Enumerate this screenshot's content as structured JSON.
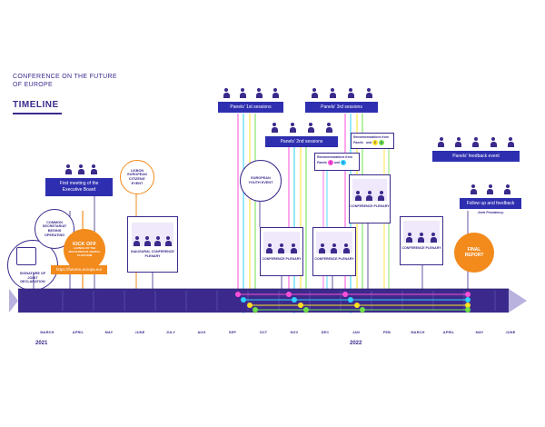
{
  "header": {
    "title": "CONFERENCE ON THE FUTURE OF EUROPE",
    "subtitle": "TIMELINE"
  },
  "events": {
    "signature": "SIGNATURE OF JOINT DECLARATION",
    "secretariat": "COMMON SECRETARIAT BEGINS OPERATING",
    "kickoff_title": "KICK OFF",
    "kickoff_text": "LAUNCH OF THE MULTILINGUAL DIGITAL PLATFORM",
    "platform_url": "https://futureu.europa.eu/",
    "exec_board": "First meeting of the Executive Board",
    "inaugural": "INAUGURAL CONFERENCE PLENARY",
    "lisbon": "LISBON EUROPEAN CITIZENS' EVENT",
    "youth": "EUROPEAN YOUTH EVENT",
    "panels_1": "Panels' 1st sessions",
    "panels_2": "Panels' 2nd sessions",
    "panels_3": "Panels' 3rd sessions",
    "plenary_1": "CONFERENCE PLENARY",
    "plenary_2": "CONFERENCE PLENARY",
    "plenary_3": "CONFERENCE PLENARY",
    "plenary_4": "CONFERENCE PLENARY",
    "recommendations_1": "Recommendations from Panels",
    "recommendations_2": "Recommendations from Panels",
    "and_word": "and",
    "feedback_event": "Panels' feedback event",
    "follow_up": "Follow up and feedback",
    "joint_presidency": "Joint Presidency",
    "final_report": "FINAL REPORT"
  },
  "months": [
    "MARCH",
    "APRIL",
    "MAY",
    "JUNE",
    "JULY",
    "AUG",
    "SEP",
    "OCT",
    "NOV",
    "DEC",
    "JAN",
    "FEB",
    "MARCH",
    "APRIL",
    "MAY",
    "JUNE"
  ],
  "years": {
    "start": "2021",
    "next": "2022"
  },
  "panel_badges": [
    "1",
    "2",
    "3",
    "4"
  ],
  "colors": {
    "navy": "#3b2a8c",
    "blue": "#2e2fb0",
    "orange": "#f28a1c",
    "panel1": "#ff4fd8",
    "panel2": "#2fd0ff",
    "panel3": "#ffe020",
    "panel4": "#6ee04a"
  }
}
